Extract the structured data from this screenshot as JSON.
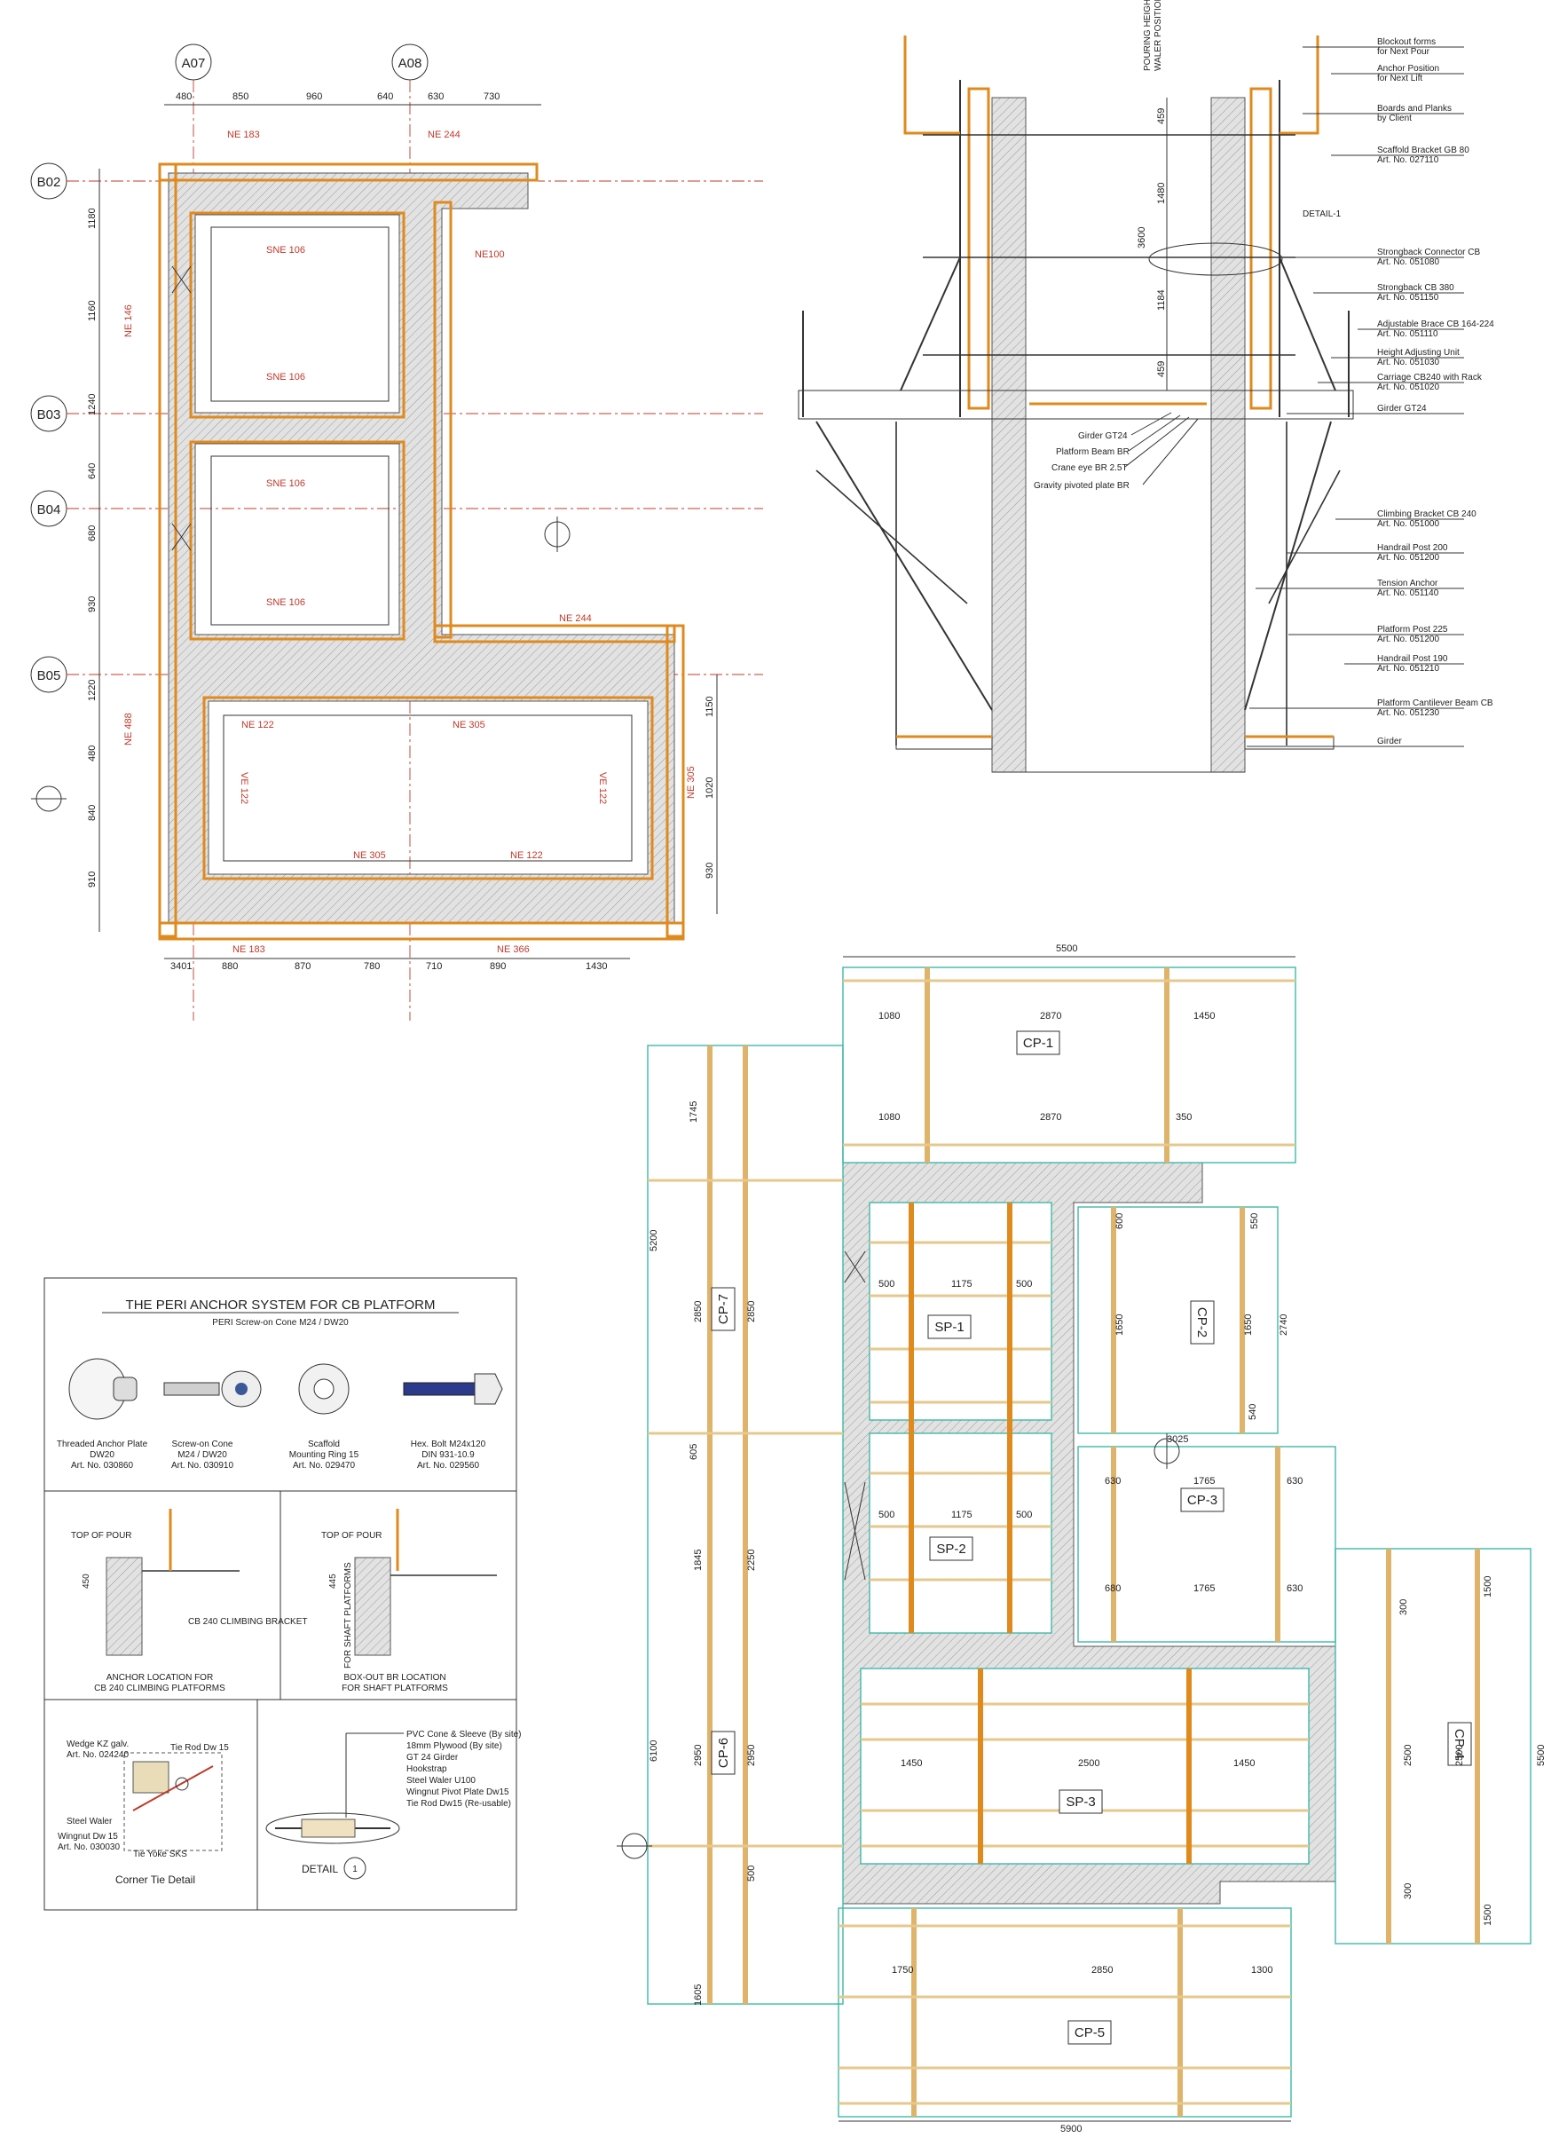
{
  "plan": {
    "top_axes": [
      "A07",
      "A08"
    ],
    "left_axes": [
      "B02",
      "B03",
      "B04",
      "B05"
    ],
    "top_dims": [
      "480",
      "850",
      "960",
      "640",
      "630",
      "730"
    ],
    "bottom_dims": [
      "3401",
      "880",
      "870",
      "780",
      "710",
      "890",
      "1430"
    ],
    "left_dims": [
      "1180",
      "1160",
      "1240",
      "640",
      "680",
      "930",
      "1220",
      "480",
      "840",
      "910"
    ],
    "right_dims": [
      "1150",
      "1020",
      "930"
    ],
    "labels": [
      "NE 183",
      "NE 244",
      "SNE 106",
      "SNE 106",
      "SNE 106",
      "SNE 106",
      "NE100",
      "NE 244",
      "NE 122",
      "NE 305",
      "NE 305",
      "NE 122",
      "NE 183",
      "NE 366",
      "NE 146",
      "NE 488",
      "NE 305",
      "VE 122",
      "VE 122"
    ]
  },
  "section": {
    "vertical_labels": [
      "POURING HEIGHT",
      "WALER POSITION"
    ],
    "dims": [
      "459",
      "1480",
      "3600",
      "1184",
      "459"
    ],
    "detail_label": "DETAIL-1",
    "callouts_right": [
      {
        "t": "Blockout forms",
        "s": "for Next Pour"
      },
      {
        "t": "Anchor Position",
        "s": "for Next Lift"
      },
      {
        "t": "Boards and Planks",
        "s": "by Client"
      },
      {
        "t": "Scaffold Bracket GB 80",
        "s": "Art. No. 027110"
      },
      {
        "t": "Strongback Connector CB",
        "s": "Art. No. 051080"
      },
      {
        "t": "Strongback CB 380",
        "s": "Art. No. 051150"
      },
      {
        "t": "Adjustable Brace CB 164-224",
        "s": "Art. No. 051110"
      },
      {
        "t": "Height Adjusting Unit",
        "s": "Art. No. 051030"
      },
      {
        "t": "Carriage CB240 with Rack",
        "s": "Art. No. 051020"
      },
      {
        "t": "Girder GT24",
        "s": ""
      },
      {
        "t": "Climbing Bracket CB 240",
        "s": "Art. No. 051000"
      },
      {
        "t": "Handrail Post 200",
        "s": "Art. No. 051200"
      },
      {
        "t": "Tension Anchor",
        "s": "Art. No. 051140"
      },
      {
        "t": "Platform Post 225",
        "s": "Art. No. 051200"
      },
      {
        "t": "Handrail Post 190",
        "s": "Art. No. 051210"
      },
      {
        "t": "Platform Cantilever Beam CB",
        "s": "Art. No. 051230"
      },
      {
        "t": "Girder",
        "s": ""
      }
    ],
    "callouts_mid": [
      "Girder GT24",
      "Platform Beam BR",
      "Crane eye BR 2.5T",
      "Gravity pivoted plate BR"
    ]
  },
  "panel": {
    "title": "THE PERI ANCHOR SYSTEM FOR CB PLATFORM",
    "subtitle": "PERI Screw-on Cone M24 / DW20",
    "items": [
      {
        "a": "Threaded Anchor Plate",
        "b": "DW20",
        "c": "Art. No. 030860"
      },
      {
        "a": "Screw-on Cone",
        "b": "M24 / DW20",
        "c": "Art. No. 030910"
      },
      {
        "a": "Scaffold",
        "b": "Mounting Ring 15",
        "c": "Art. No. 029470"
      },
      {
        "a": "Hex. Bolt M24x120",
        "b": "DIN 931-10.9",
        "c": "Art. No. 029560"
      }
    ],
    "mid_left": {
      "top": "TOP OF POUR",
      "dim": "450",
      "bracket": "CB 240 CLIMBING BRACKET",
      "c1": "ANCHOR LOCATION FOR",
      "c2": "CB 240 CLIMBING PLATFORMS"
    },
    "mid_right": {
      "top": "TOP OF POUR",
      "dim": "445",
      "side": "FOR SHAFT PLATFORMS",
      "c1": "BOX-OUT BR LOCATION",
      "c2": "FOR SHAFT PLATFORMS"
    },
    "corner": {
      "labels": [
        "Wedge KZ galv.",
        "Art. No. 024240",
        "Tie Rod Dw 15",
        "Steel Waler",
        "Wingnut Dw 15",
        "Art. No. 030030",
        "Tie Yoke SKS"
      ],
      "caption": "Corner Tie Detail"
    },
    "detail": {
      "labels": [
        "PVC Cone & Sleeve (By site)",
        "18mm Plywood (By site)",
        "GT 24 Girder",
        "Hookstrap",
        "Steel Waler U100",
        "Wingnut Pivot Plate Dw15",
        "Tie Rod Dw15 (Re-usable)"
      ],
      "caption": "DETAIL",
      "num": "1"
    }
  },
  "platforms": {
    "top_dim": "5500",
    "bottom_dim": "5900",
    "names": [
      "CP-1",
      "CP-7",
      "SP-1",
      "CP-2",
      "SP-2",
      "CP-3",
      "SP-3",
      "CP-6",
      "CP-4",
      "CP-5"
    ],
    "dims": [
      "1080",
      "2870",
      "1450",
      "1080",
      "2870",
      "350",
      "5200",
      "1745",
      "2850",
      "2850",
      "500",
      "1175",
      "500",
      "600",
      "550",
      "1650",
      "1650",
      "2740",
      "540",
      "605",
      "500",
      "1175",
      "500",
      "1845",
      "2250",
      "3025",
      "630",
      "1765",
      "630",
      "680",
      "1765",
      "630",
      "6100",
      "2950",
      "2950",
      "1450",
      "2500",
      "1450",
      "300",
      "2500",
      "2500",
      "5500",
      "1500",
      "1500",
      "300",
      "500",
      "1605",
      "1750",
      "2850",
      "1300"
    ]
  }
}
